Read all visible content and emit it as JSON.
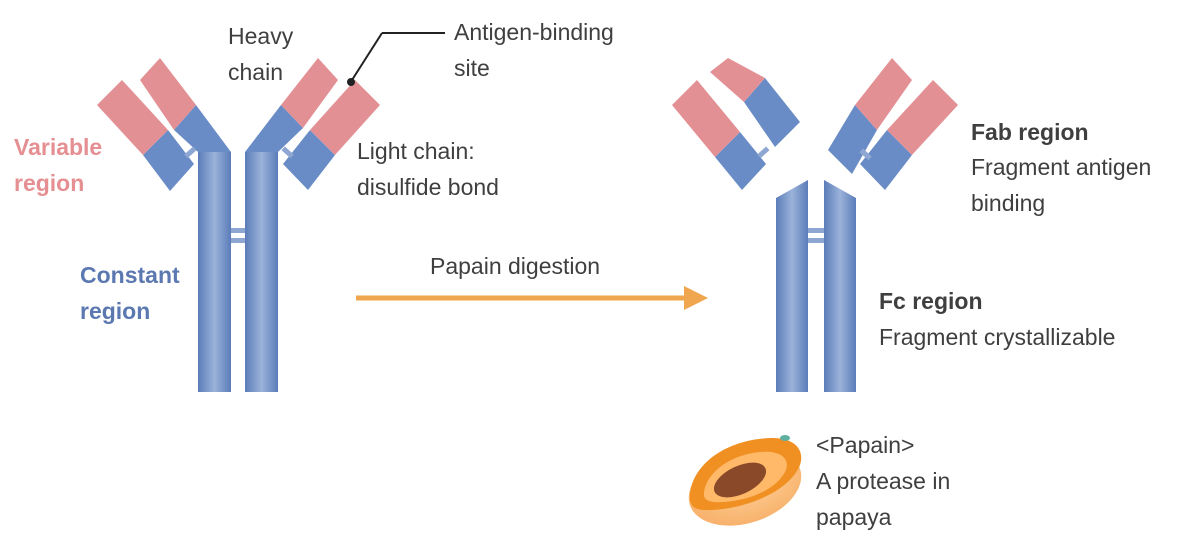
{
  "colors": {
    "heavy_chain": "#6a8cc6",
    "variable": "#e39095",
    "arrow": "#f0a54f",
    "papaya": "#f08f22",
    "variable_text": "#e58f93",
    "constant_text": "#5b79b0"
  },
  "labels": {
    "heavy_chain": [
      "Heavy",
      "chain"
    ],
    "antigen_binding_site": [
      "Antigen-binding",
      "site"
    ],
    "variable_region": [
      "Variable",
      "region"
    ],
    "constant_region": [
      "Constant",
      "region"
    ],
    "light_chain": [
      "Light chain:",
      "disulfide bond"
    ],
    "papain_digestion": "Papain digestion",
    "fab_title": "Fab region",
    "fab_desc": [
      "Fragment antigen",
      "binding"
    ],
    "fc_title": "Fc region",
    "fc_desc": "Fragment crystallizable",
    "papain_note": [
      "<Papain>",
      "A protease in",
      "papaya"
    ]
  }
}
